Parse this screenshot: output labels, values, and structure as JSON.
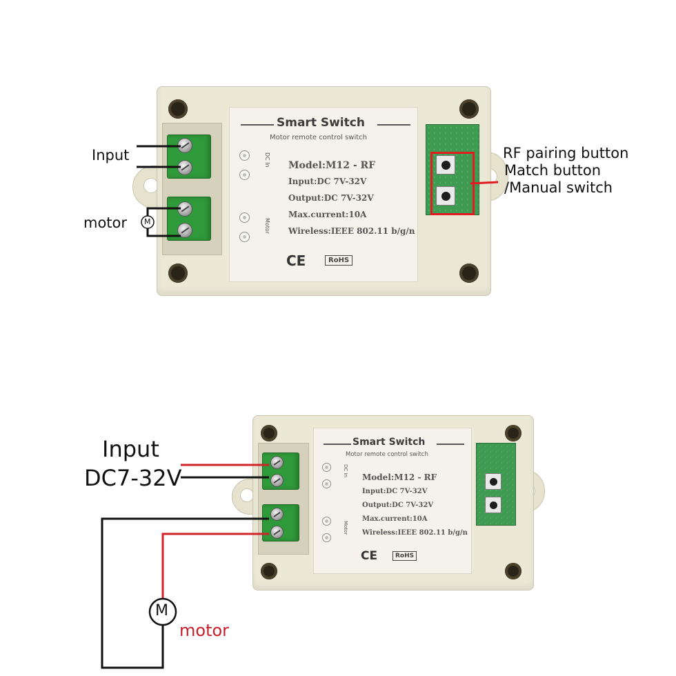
{
  "top": {
    "input_label": "Input",
    "motor_label": "motor",
    "motor_symbol": "M",
    "rf_label": "RF pairing button",
    "match_label": "Match button",
    "manual_label": "/Manual switch"
  },
  "bottom": {
    "input_label": "Input",
    "voltage_label": "DC7-32V",
    "motor_label": "motor",
    "motor_symbol": "M"
  },
  "panel": {
    "title": "Smart Switch",
    "subtitle": "Motor remote control switch",
    "specs": [
      "Model:M12 - RF",
      "Input:DC 7V-32V",
      "Output:DC 7V-32V",
      "Max.current:10A",
      "Wireless:IEEE 802.11 b/g/n"
    ],
    "dc_in": "DC In",
    "motor": "Motor",
    "ce": "CE",
    "rohs": "RoHS"
  },
  "colors": {
    "wire_red": "#d0232a",
    "wire_black": "#111111",
    "highlight_red": "#e01b22",
    "motor_text": "#c81e2a"
  }
}
